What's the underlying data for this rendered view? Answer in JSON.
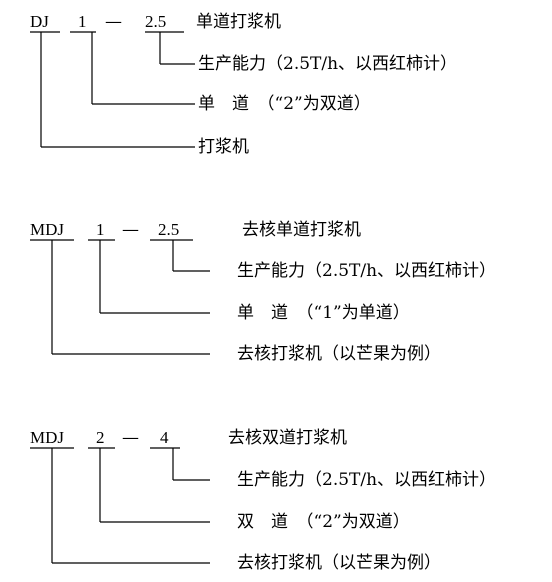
{
  "diagram1": {
    "code_prefix": "DJ",
    "code_num": "1",
    "dash": "—",
    "code_cap": "2.5",
    "title": "单道打浆机",
    "label_capacity": "生产能力（2.5T/h、以西红柿计）",
    "label_lane": "单　道　（“2”为双道）",
    "label_type": "打浆机"
  },
  "diagram2": {
    "code_prefix": "MDJ",
    "code_num": "1",
    "dash": "—",
    "code_cap": "2.5",
    "title": "去核单道打浆机",
    "label_capacity": "生产能力（2.5T/h、以西红柿计）",
    "label_lane": "单　道　（“1”为单道）",
    "label_type": "去核打浆机（以芒果为例）"
  },
  "diagram3": {
    "code_prefix": "MDJ",
    "code_num": "2",
    "dash": "—",
    "code_cap": "4",
    "title": "去核双道打浆机",
    "label_capacity": "生产能力（2.5T/h、以西红柿计）",
    "label_lane": "双　道　（“2”为双道）",
    "label_type": "去核打浆机（以芒果为例）"
  }
}
